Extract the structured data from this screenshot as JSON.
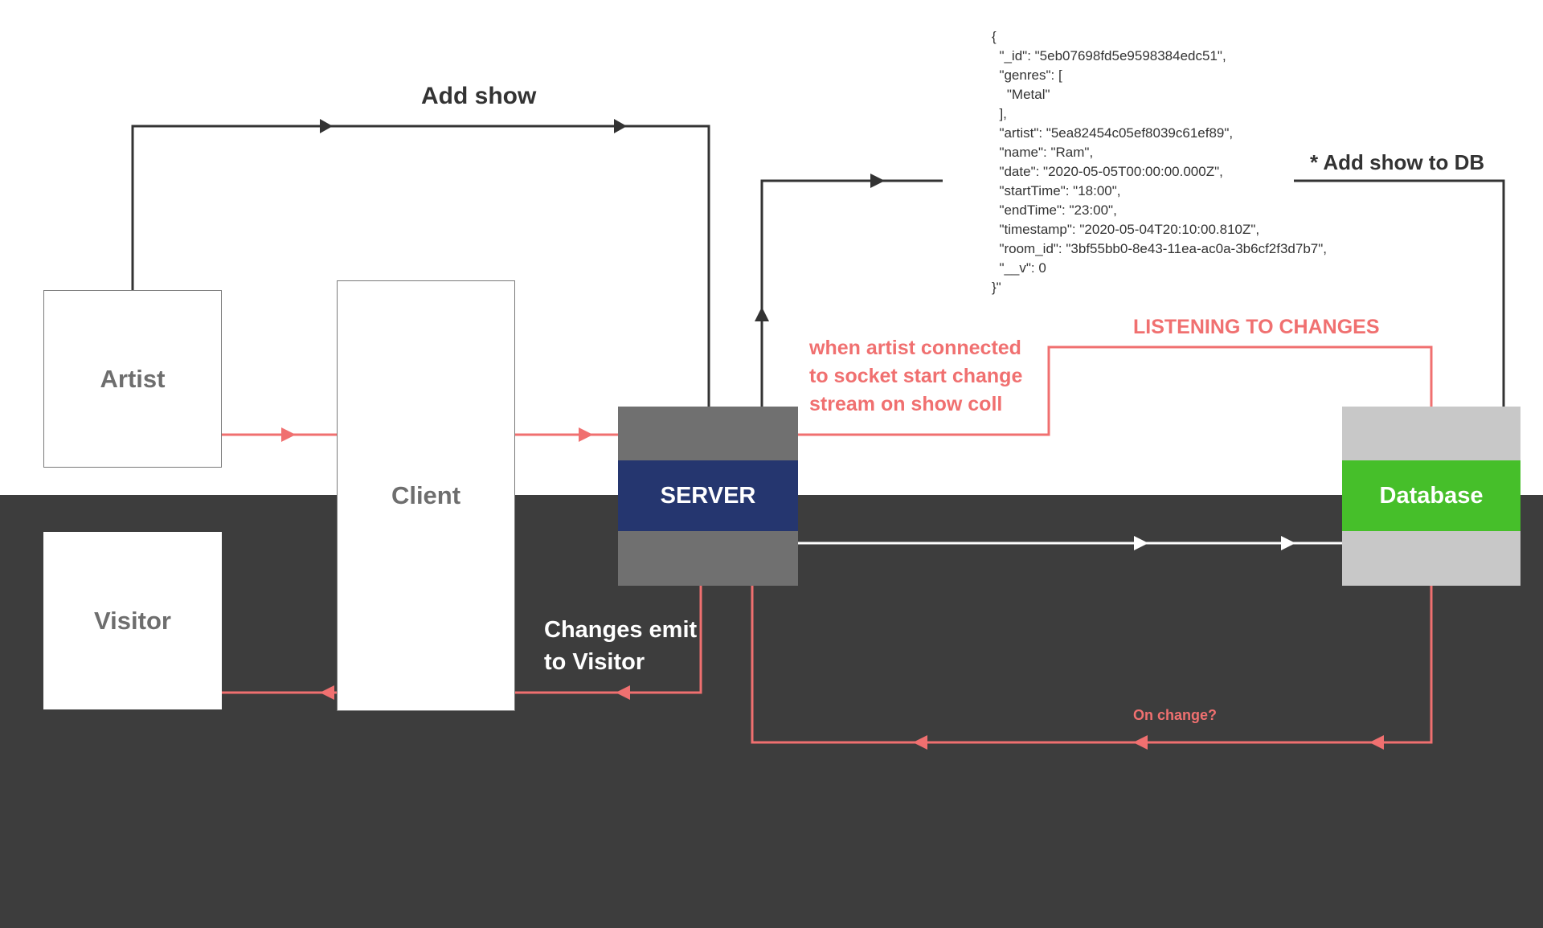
{
  "nodes": {
    "artist": "Artist",
    "visitor": "Visitor",
    "client": "Client",
    "server": "SERVER",
    "database": "Database"
  },
  "labels": {
    "add_show": "Add show",
    "add_show_to_db": "* Add show to DB",
    "listening": "LISTENING TO CHANGES",
    "when_artist": [
      "when artist connected",
      "to socket start change",
      "stream on show coll"
    ],
    "changes_emit": [
      "Changes emit",
      "to Visitor"
    ],
    "on_change": "On change?"
  },
  "json_document": "{\n  \"_id\": \"5eb07698fd5e9598384edc51\",\n  \"genres\": [\n    \"Metal\"\n  ],\n  \"artist\": \"5ea82454c05ef8039c61ef89\",\n  \"name\": \"Ram\",\n  \"date\": \"2020-05-05T00:00:00.000Z\",\n  \"startTime\": \"18:00\",\n  \"endTime\": \"23:00\",\n  \"timestamp\": \"2020-05-04T20:10:00.810Z\",\n  \"room_id\": \"3bf55bb0-8e43-11ea-ac0a-3b6cf2f3d7b7\",\n  \"__v\": 0\n}\"",
  "colors": {
    "background_top": "#ffffff",
    "background_bottom": "#3d3d3d",
    "server_accent": "#25366f",
    "database_accent": "#46bf2a",
    "alert_red": "#f07070",
    "line_dark": "#333333"
  }
}
